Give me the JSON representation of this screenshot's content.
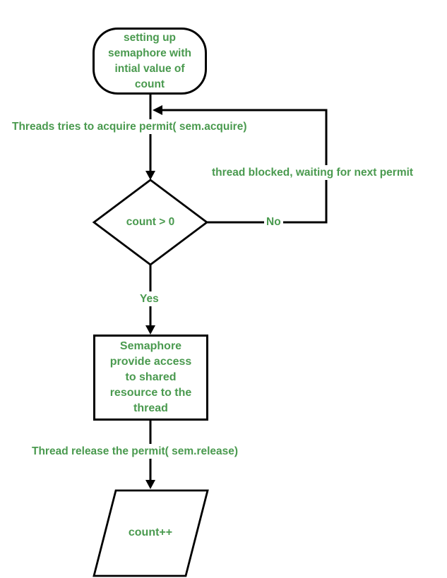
{
  "colors": {
    "text_green": "#4a9a4f",
    "line_black": "#000000",
    "bg_white": "#ffffff"
  },
  "nodes": {
    "start": {
      "shape": "terminator",
      "lines": [
        "setting up",
        "semaphore with",
        "intial value of",
        "count"
      ]
    },
    "decision": {
      "shape": "diamond",
      "label": "count > 0"
    },
    "process": {
      "shape": "rectangle",
      "lines": [
        "Semaphore",
        "provide access",
        "to shared",
        "resource to the",
        "thread"
      ]
    },
    "output": {
      "shape": "parallelogram",
      "label": "count++"
    }
  },
  "edge_labels": {
    "acquire": "Threads tries to acquire permit( sem.acquire)",
    "blocked": "thread blocked, waiting for next permit",
    "no": "No",
    "yes": "Yes",
    "release": "Thread release the permit( sem.release)"
  }
}
